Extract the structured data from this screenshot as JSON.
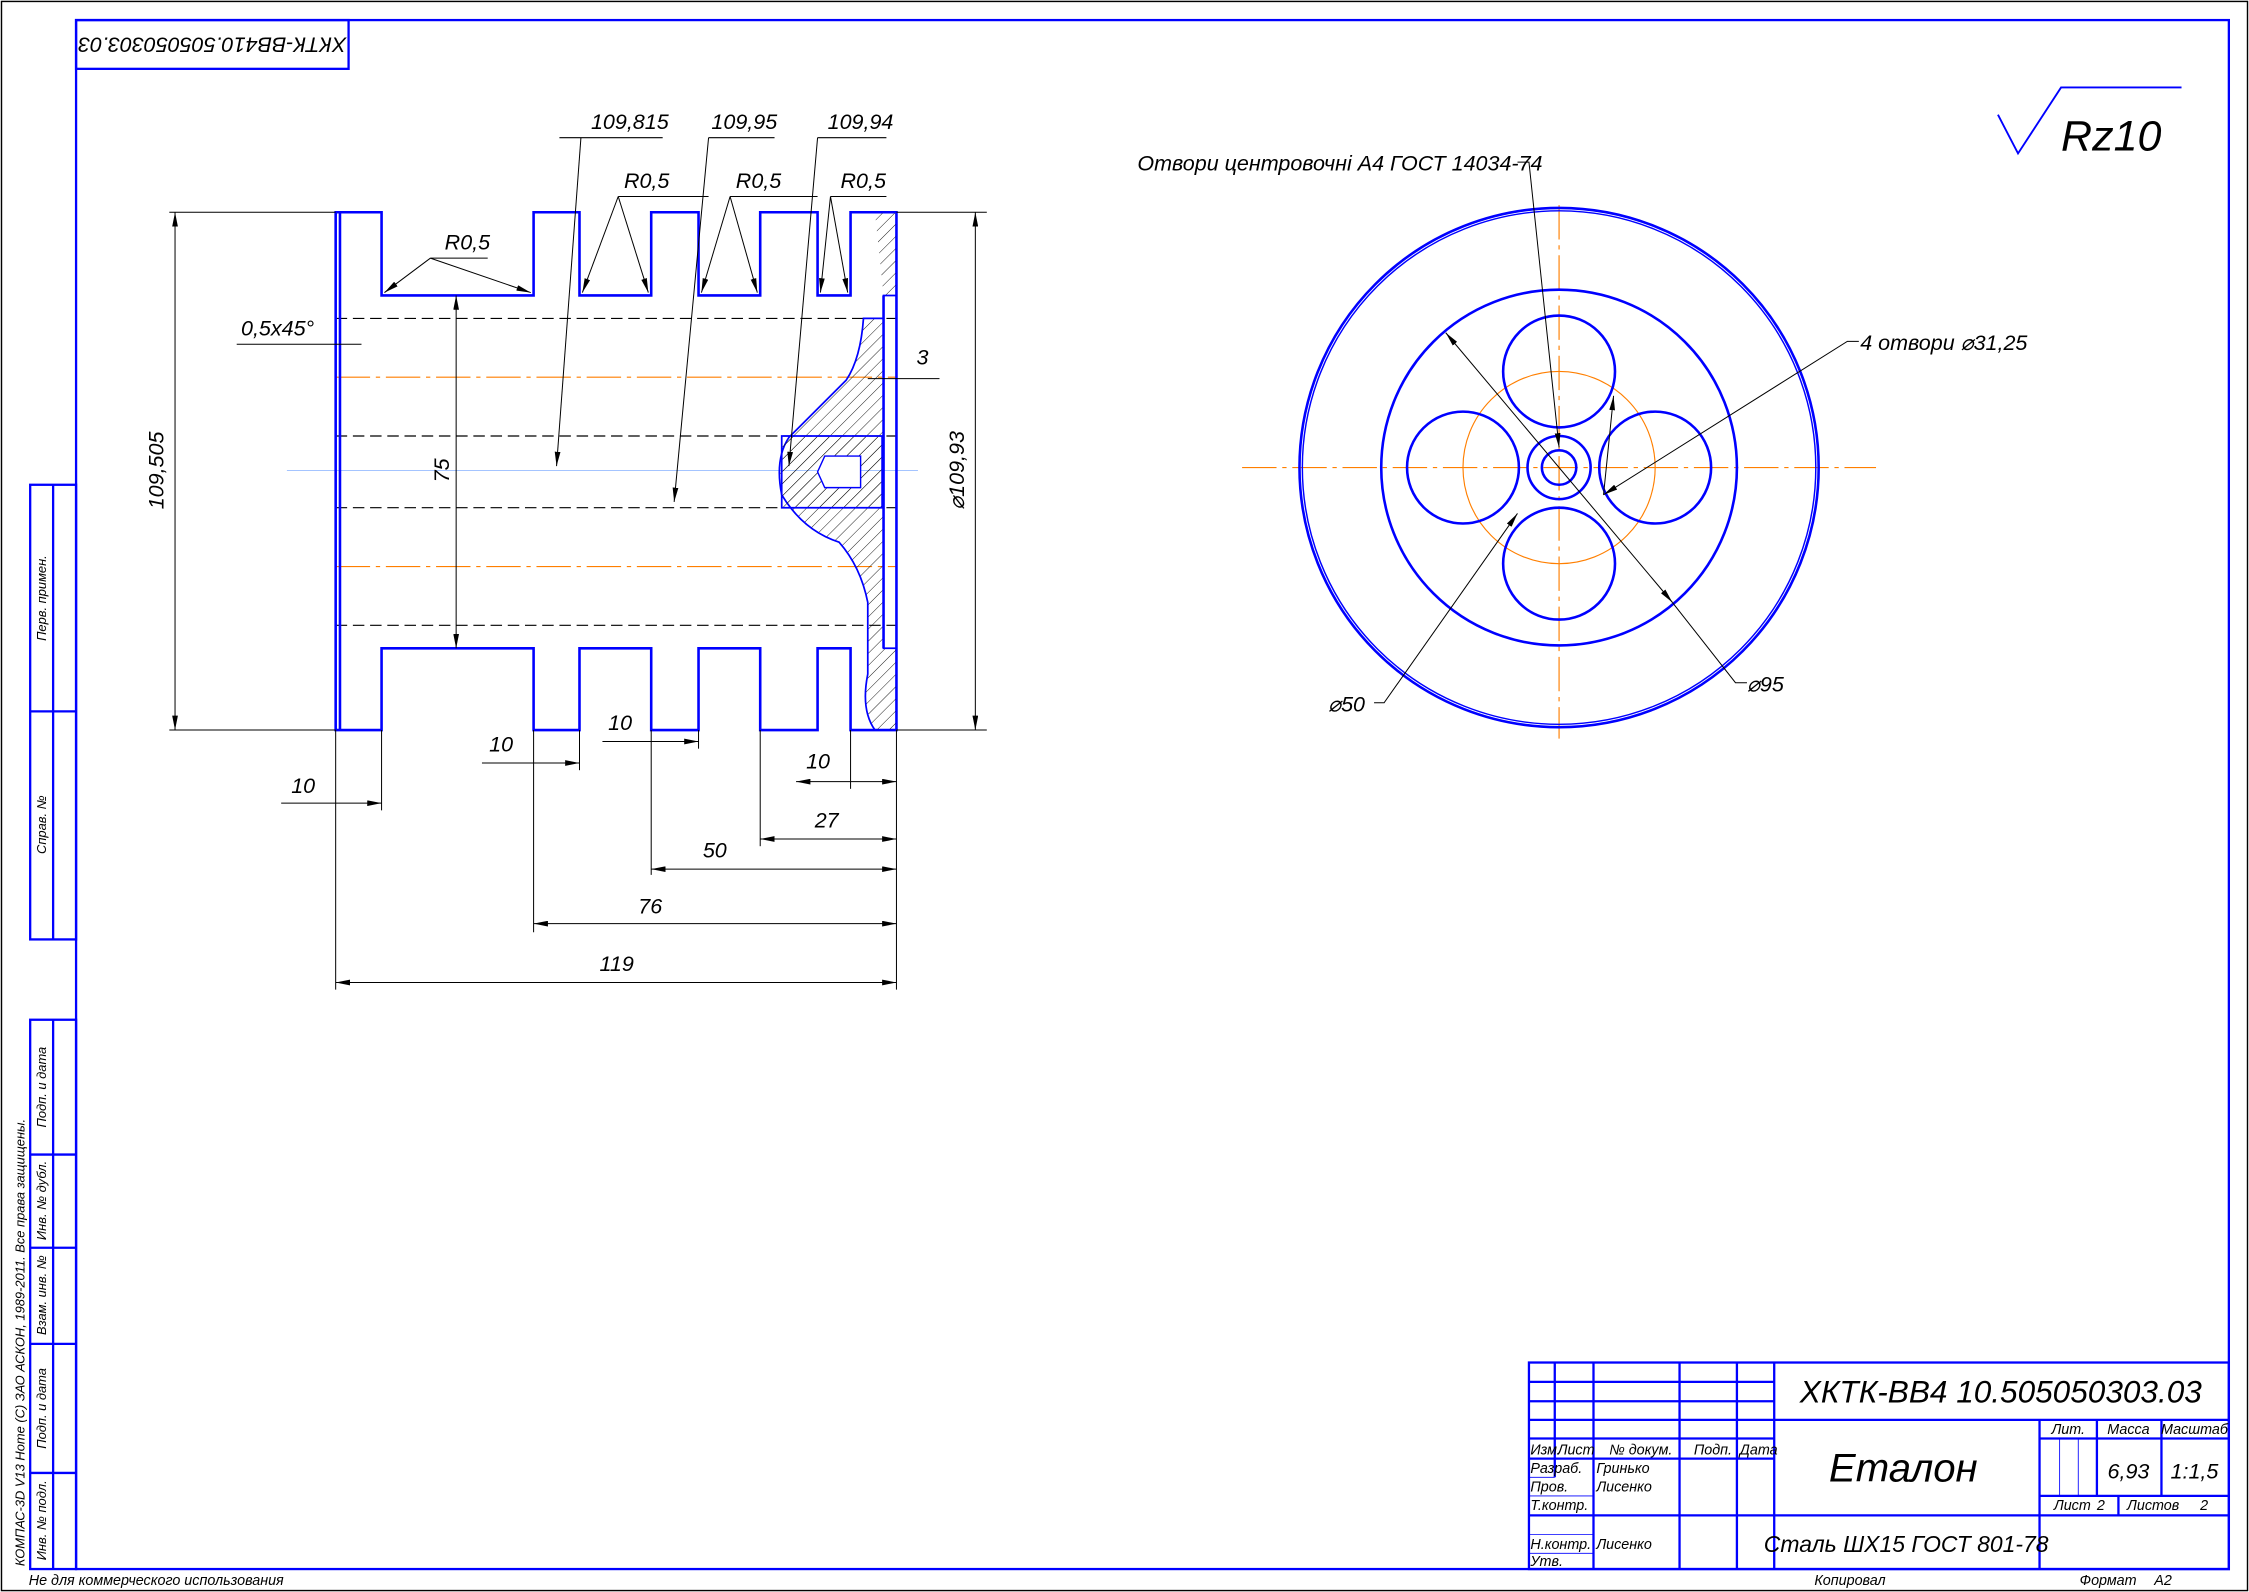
{
  "drawing": {
    "designation_rotated": "ХКТК-ВВ410.505050303.03",
    "roughness": "Rz10",
    "left_view": {
      "dims": {
        "height_total": "109,505",
        "hub_diameter": "75",
        "outer_diameter": "⌀109,93",
        "chamfer": "0,5x45°",
        "offset_3": "3",
        "d1": "109,815",
        "d2": "109,95",
        "d3": "109,94",
        "r1": "R0,5",
        "r2": "R0,5",
        "r3": "R0,5",
        "r4": "R0,5",
        "w1": "10",
        "w2": "10",
        "w3": "10",
        "w4": "10",
        "l27": "27",
        "l50": "50",
        "l76": "76",
        "l119": "119"
      }
    },
    "right_view": {
      "center_holes_note": "Отвори центровочні А4 ГОСТ 14034-74",
      "holes_note": "4 отвори ⌀31,25",
      "d50": "⌀50",
      "d95": "⌀95"
    }
  },
  "side_strip": {
    "cells": [
      "Перв. примен.",
      "Справ. №",
      "Подп. и дата",
      "Инв. № дубл.",
      "Взам. инв. №",
      "Подп. и дата",
      "Инв. № подл."
    ],
    "copyright": "КОМПАС-3D V13 Home (С) ЗАО АСКОН, 1989-2011. Все права защищены."
  },
  "title_block": {
    "designation": "ХКТК-ВВ4 10.505050303.03",
    "name": "Еталон",
    "material": "Сталь ШХ15 ГОСТ 801-78",
    "headers": {
      "izm": "Изм.",
      "list": "Лист",
      "doc": "№ докум.",
      "sign": "Подп.",
      "date": "Дата"
    },
    "roles": [
      {
        "role": "Разраб.",
        "name": "Гринько"
      },
      {
        "role": "Пров.",
        "name": "Лисенко"
      },
      {
        "role": "Т.контр.",
        "name": ""
      },
      {
        "role": "Н.контр.",
        "name": "Лисенко"
      },
      {
        "role": "Утв.",
        "name": ""
      }
    ],
    "lit_label": "Лит.",
    "mass_label": "Масса",
    "scale_label": "Масштаб",
    "mass": "6,93",
    "scale": "1:1,5",
    "sheet_label": "Лист",
    "sheet": "2",
    "sheets_label": "Листов",
    "sheets": "2"
  },
  "footer": {
    "noncommercial": "Не для коммерческого использования",
    "copied": "Копировал",
    "format_label": "Формат",
    "format": "А2"
  }
}
